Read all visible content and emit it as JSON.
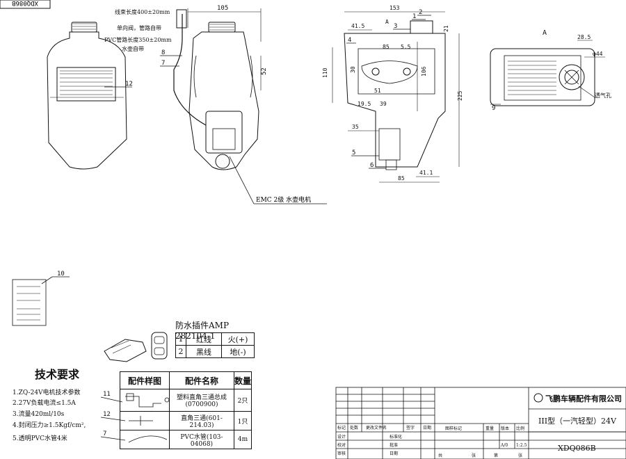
{
  "sheet": {
    "stamp_code": "XDQ086B",
    "drawing_title": "III型（一汽轻型）24V",
    "drawing_code": "XDQ086B",
    "company": "飞鹏车辆配件有限公司",
    "scale_value": "1:2.5",
    "mark_value": "A/0"
  },
  "annotations": {
    "wire_length": "线束长度400±20mm",
    "check_valve": "单向阀，管路自带",
    "pvc_length": "PVC管路长度350±20mm",
    "pot_included": "水壶自带",
    "motor_label": "EMC 2级 水壶电机",
    "vent_hole": "透气孔",
    "view_a": "A",
    "view_a_mark": "A"
  },
  "callouts": [
    "12",
    "8",
    "7",
    "3",
    "1",
    "2",
    "4",
    "5",
    "6",
    "9",
    "10",
    "11"
  ],
  "dimensions": {
    "d105": "105",
    "d153": "153",
    "d41_5": "41.5",
    "d21": "21",
    "d85a": "85",
    "d5_5": "5.5",
    "d110": "110",
    "d106": "106",
    "d52": "52",
    "d30": "30",
    "d51": "51",
    "d19_5": "19.5",
    "d39": "39",
    "d35": "35",
    "d225": "225",
    "d41_1": "41.1",
    "d85b": "85",
    "d28_5": "28.5",
    "phi44": "φ44"
  },
  "connector": {
    "title": "防水插件AMP 282104-1",
    "rows": [
      {
        "num": "1",
        "wire": "红线",
        "pol": "火(+)"
      },
      {
        "num": "2",
        "wire": "黑线",
        "pol": "地(-)"
      }
    ]
  },
  "tech": {
    "title": "技术要求",
    "items": [
      "1.ZQ-24V电机技术参数",
      "2.27V负载电流≤1.5A",
      "3.流量420ml/10s",
      "4.封闭压力≥1.5Kgf/cm²,",
      "5.透明PVC水管4米"
    ]
  },
  "parts": {
    "headers": [
      "配件样图",
      "配件名称",
      "数量"
    ],
    "rows": [
      {
        "callout": "11",
        "name": "塑料直角三通总成(0700900)",
        "qty": "2只"
      },
      {
        "callout": "12",
        "name": "直角三通(601-214.03)",
        "qty": "1只"
      },
      {
        "callout": "7",
        "name": "PVC水管(103-04068)",
        "qty": "4m"
      }
    ]
  },
  "title_block": {
    "rev_labels": [
      "标记",
      "处数",
      "更改文件名",
      "签字",
      "日期"
    ],
    "design": "设计",
    "standard": "标准化",
    "check": "校对",
    "review": "审核",
    "approve": "批准",
    "date": "日期",
    "stage": "图样标记",
    "weight": "重量",
    "edition": "版本",
    "scale": "比例",
    "sheet_total": "共",
    "sheet_unit": "张",
    "sheet_no": "第",
    "sheet_unit2": "张"
  }
}
